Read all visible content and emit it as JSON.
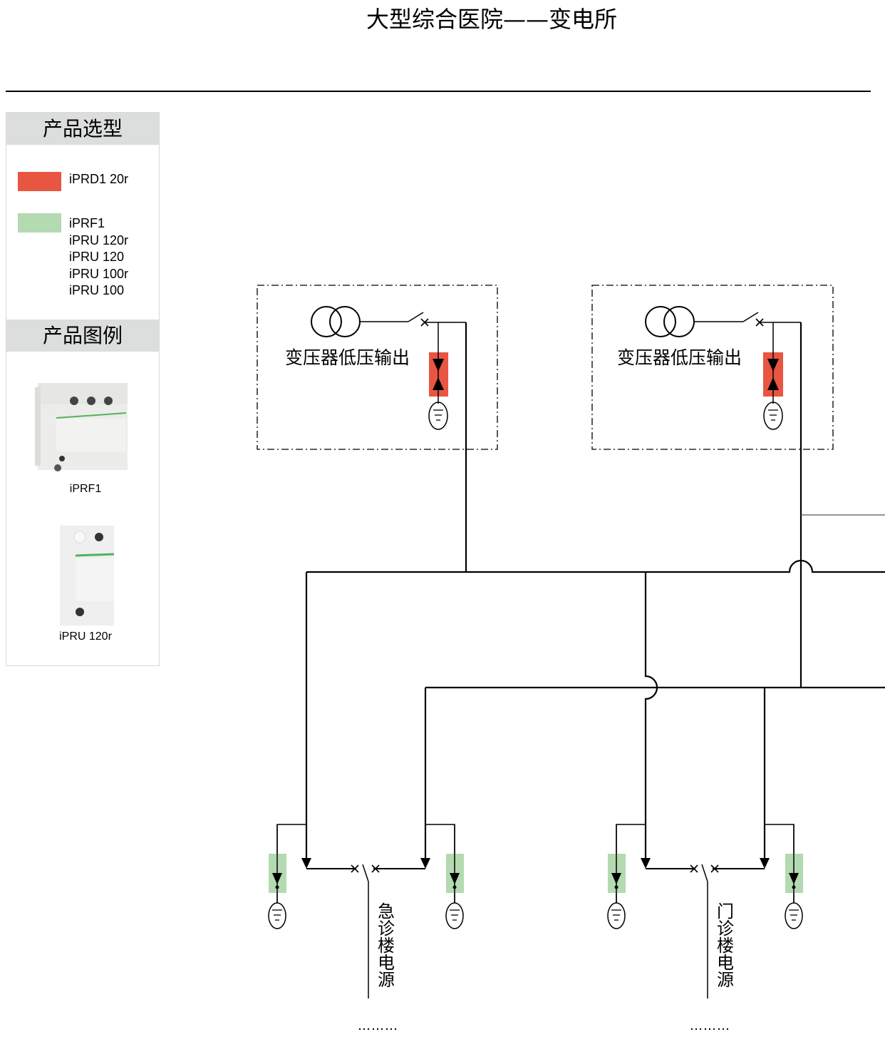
{
  "title": "大型综合医院——变电所",
  "legend_panel": {
    "selection_header": "产品选型",
    "items": [
      {
        "color": "#e85642",
        "labels": [
          "iPRD1 20r"
        ]
      },
      {
        "color": "#b3dab0",
        "labels": [
          "iPRF1",
          "iPRU 120r",
          "iPRU 120",
          "iPRU 100r",
          "iPRU 100"
        ]
      }
    ],
    "examples_header": "产品图例",
    "products": [
      {
        "name": "iPRF1",
        "image": "iprf1-device-image"
      },
      {
        "name": "iPRU 120r",
        "image": "ipru-120r-device-image"
      }
    ]
  },
  "diagram": {
    "transformer_label": "变压器低压输出",
    "transformers": [
      {
        "label": "变压器低压输出",
        "spd": "iPRD1 20r",
        "spd_color": "#e85642"
      },
      {
        "label": "变压器低压输出",
        "spd": "iPRD1 20r",
        "spd_color": "#e85642"
      }
    ],
    "feeders": [
      {
        "label": "急诊楼电源",
        "chars": [
          "急",
          "诊",
          "楼",
          "电",
          "源"
        ],
        "continuation": "………",
        "spd_color": "#b3dab0"
      },
      {
        "label": "门诊楼电源",
        "chars": [
          "门",
          "诊",
          "楼",
          "电",
          "源"
        ],
        "continuation": "………",
        "spd_color": "#b3dab0"
      }
    ]
  }
}
